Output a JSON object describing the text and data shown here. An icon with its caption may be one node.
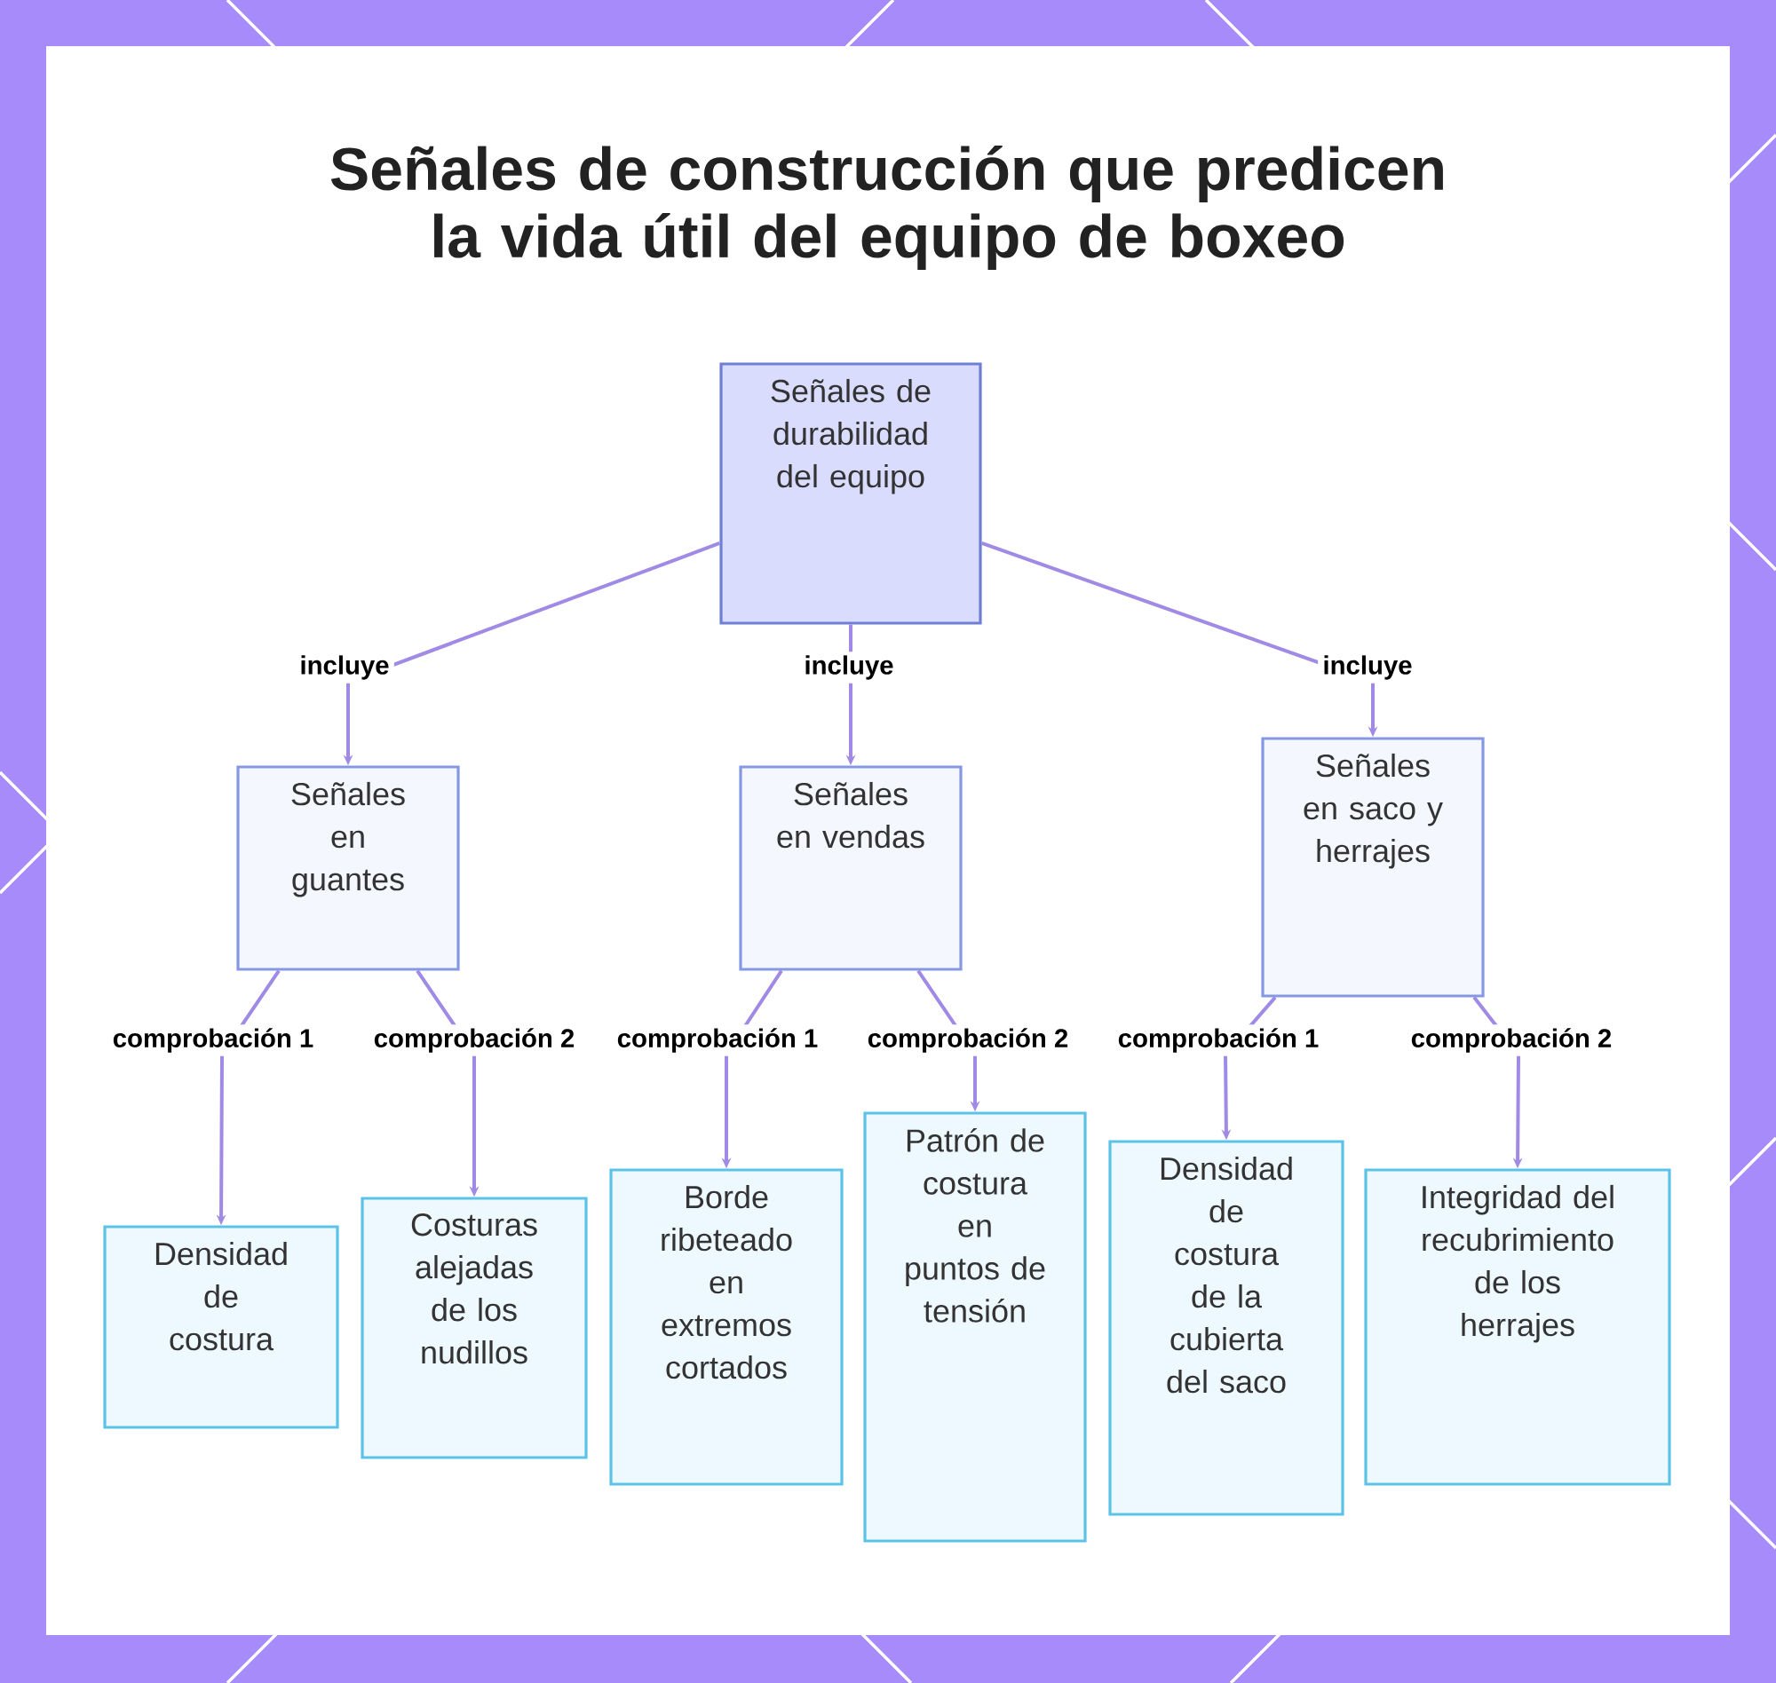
{
  "diagram": {
    "title": "Señales de construcción que predicen la vida útil del equipo de boxeo",
    "nodes": [
      {
        "text": [
          "Señales de durabilidad del equipo"
        ]
      },
      {
        "text": [
          "Señales en guantes"
        ]
      },
      {
        "text": [
          "Señales en vendas"
        ]
      },
      {
        "text": [
          "Señales en saco y herrajes"
        ]
      },
      {
        "text": [
          "Densidad de costura"
        ]
      },
      {
        "text": [
          "Costuras alejadas de los nudillos"
        ]
      },
      {
        "text": [
          "Borde ribeteado en extremos cortados"
        ]
      },
      {
        "text": [
          "Patrón de costura en puntos de tensión"
        ]
      },
      {
        "text": [
          "Densidad de costura de la cubierta del saco"
        ]
      },
      {
        "text": [
          "Integridad del recubrimiento de los herrajes"
        ]
      }
    ],
    "edges": [
      {
        "from": 0,
        "to": 1,
        "arrow": "to",
        "label": "incluye"
      },
      {
        "from": 0,
        "to": 2,
        "arrow": "to",
        "label": "incluye"
      },
      {
        "from": 0,
        "to": 3,
        "arrow": "to",
        "label": "incluye"
      },
      {
        "from": 1,
        "to": 4,
        "arrow": "to",
        "label": "comprobación 1"
      },
      {
        "from": 1,
        "to": 5,
        "arrow": "to",
        "label": "comprobación 2"
      },
      {
        "from": 2,
        "to": 6,
        "arrow": "to",
        "label": "comprobación 1"
      },
      {
        "from": 2,
        "to": 7,
        "arrow": "to",
        "label": "comprobación 2"
      },
      {
        "from": 3,
        "to": 8,
        "arrow": "to",
        "label": "comprobación 1"
      },
      {
        "from": 3,
        "to": 9,
        "arrow": "to",
        "label": "comprobación 2"
      }
    ]
  }
}
